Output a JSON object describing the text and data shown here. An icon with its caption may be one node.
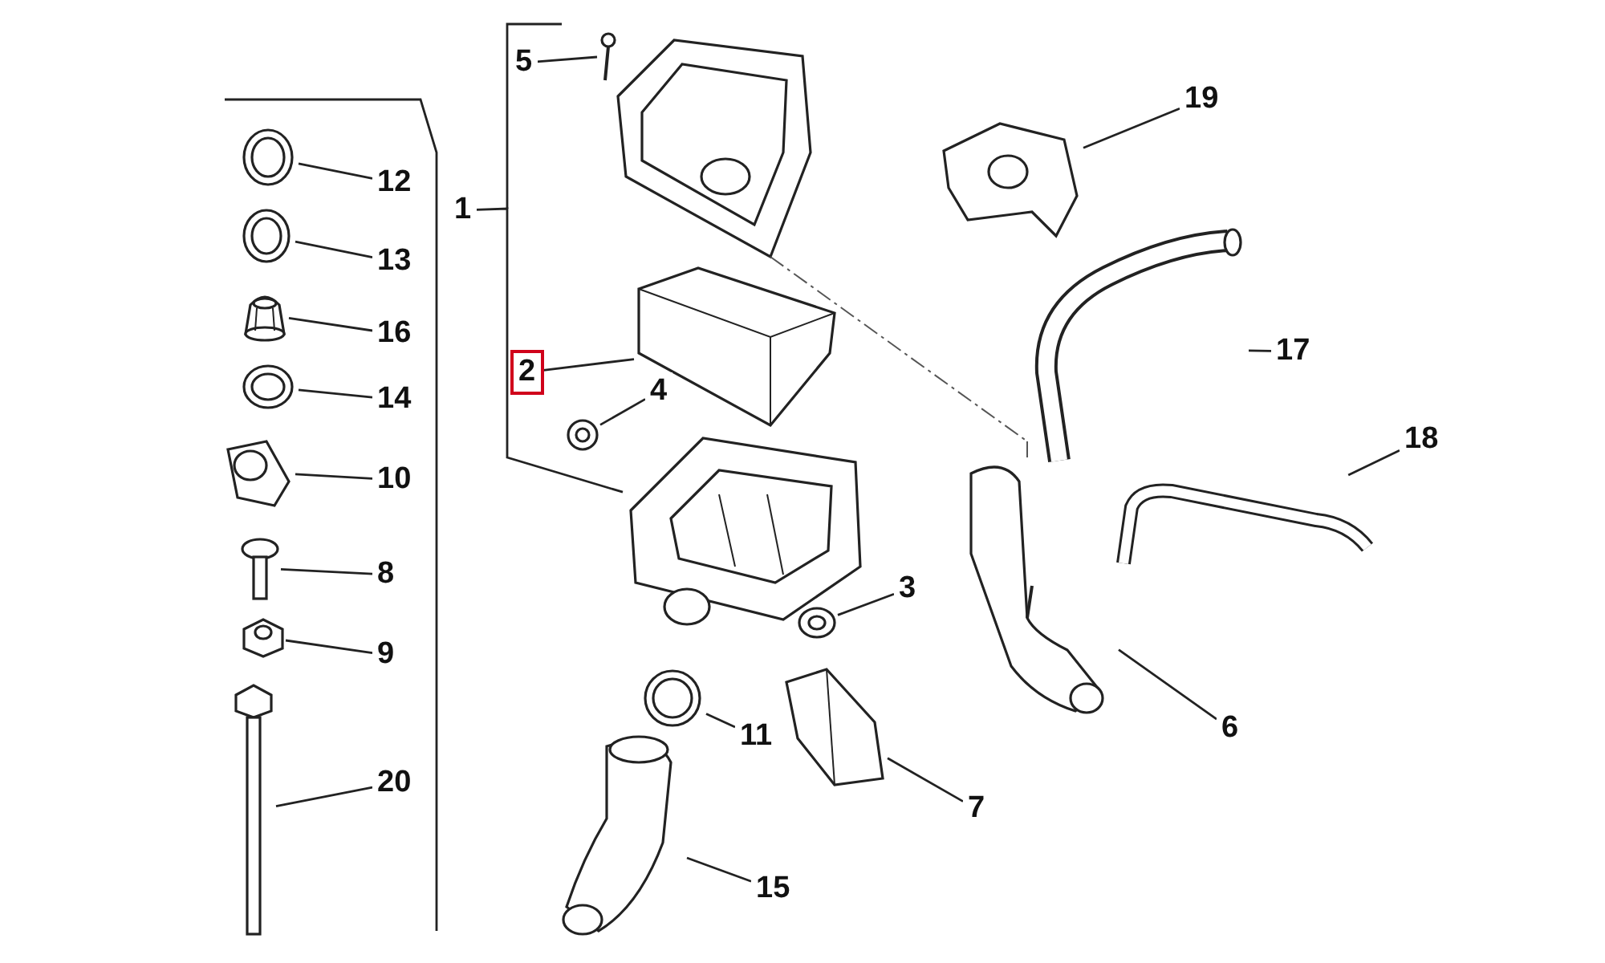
{
  "diagram": {
    "nodes": [
      {
        "text": [
          "5"
        ]
      },
      {
        "text": [],
        "shape": "picture"
      },
      {
        "text": [
          "19"
        ]
      },
      {
        "text": [],
        "shape": "picture"
      },
      {
        "text": [
          "12"
        ]
      },
      {
        "text": [],
        "shape": "picture"
      },
      {
        "text": [
          "1"
        ]
      },
      {
        "text": [],
        "shape": "picture"
      },
      {
        "text": [
          "13"
        ]
      },
      {
        "text": [],
        "shape": "picture"
      },
      {
        "text": [
          "16"
        ]
      },
      {
        "text": [],
        "shape": "picture"
      },
      {
        "text": [
          "2"
        ]
      },
      {
        "text": [],
        "shape": "picture"
      },
      {
        "text": [
          "17"
        ]
      },
      {
        "text": [],
        "shape": "picture"
      },
      {
        "text": [
          "14"
        ]
      },
      {
        "text": [],
        "shape": "picture"
      },
      {
        "text": [
          "4"
        ]
      },
      {
        "text": [],
        "shape": "picture"
      },
      {
        "text": [
          "18"
        ]
      },
      {
        "text": [],
        "shape": "picture"
      },
      {
        "text": [
          "10"
        ]
      },
      {
        "text": [],
        "shape": "picture"
      },
      {
        "text": [
          "8"
        ]
      },
      {
        "text": [],
        "shape": "picture"
      },
      {
        "text": [
          "3"
        ]
      },
      {
        "text": [],
        "shape": "picture"
      },
      {
        "text": [
          "9"
        ]
      },
      {
        "text": [],
        "shape": "picture"
      },
      {
        "text": [
          "6"
        ]
      },
      {
        "text": [],
        "shape": "picture"
      },
      {
        "text": [
          "11"
        ]
      },
      {
        "text": [],
        "shape": "picture"
      },
      {
        "text": [
          "20"
        ]
      },
      {
        "text": [],
        "shape": "picture"
      },
      {
        "text": [
          "7"
        ]
      },
      {
        "text": [],
        "shape": "picture"
      },
      {
        "text": [
          "15"
        ]
      },
      {
        "text": [],
        "shape": "picture"
      }
    ],
    "edges": [
      {
        "from": 0,
        "to": 1,
        "arrow": "none"
      },
      {
        "from": 2,
        "to": 3,
        "arrow": "none"
      },
      {
        "from": 4,
        "to": 5,
        "arrow": "none"
      },
      {
        "from": 6,
        "to": 7,
        "arrow": "none"
      },
      {
        "from": 8,
        "to": 9,
        "arrow": "none"
      },
      {
        "from": 10,
        "to": 11,
        "arrow": "none"
      },
      {
        "from": 12,
        "to": 13,
        "arrow": "none"
      },
      {
        "from": 14,
        "to": 15,
        "arrow": "none"
      },
      {
        "from": 16,
        "to": 17,
        "arrow": "none"
      },
      {
        "from": 18,
        "to": 19,
        "arrow": "none"
      },
      {
        "from": 20,
        "to": 21,
        "arrow": "none"
      },
      {
        "from": 22,
        "to": 23,
        "arrow": "none"
      },
      {
        "from": 24,
        "to": 25,
        "arrow": "none"
      },
      {
        "from": 26,
        "to": 27,
        "arrow": "none"
      },
      {
        "from": 28,
        "to": 29,
        "arrow": "none"
      },
      {
        "from": 30,
        "to": 31,
        "arrow": "none"
      },
      {
        "from": 32,
        "to": 33,
        "arrow": "none"
      },
      {
        "from": 34,
        "to": 35,
        "arrow": "none"
      },
      {
        "from": 36,
        "to": 37,
        "arrow": "none"
      },
      {
        "from": 38,
        "to": 39,
        "arrow": "none"
      }
    ]
  }
}
